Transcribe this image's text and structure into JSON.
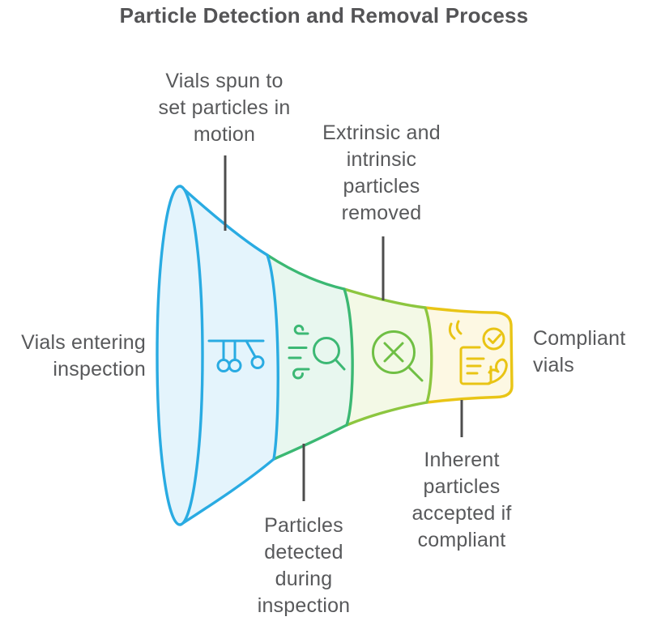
{
  "title": "Particle Detection and Removal Process",
  "labels": {
    "entering": "Vials entering\ninspection",
    "spun": "Vials spun to\nset particles in\nmotion",
    "extrinsic": "Extrinsic and\nintrinsic\nparticles\nremoved",
    "detected": "Particles\ndetected\nduring\ninspection",
    "inherent": "Inherent\nparticles\naccepted if\ncompliant",
    "compliant": "Compliant\nvials"
  },
  "stages": [
    {
      "name": "vials-spun",
      "icon": "newtons-cradle-icon",
      "color": "#29abe2",
      "icon_color": "#29abe2",
      "fill": "#e4f4fc"
    },
    {
      "name": "particles-detected",
      "icon": "wind-magnifier-icon",
      "color": "#3bb873",
      "icon_color": "#3cb874",
      "fill": "#e8f7ef"
    },
    {
      "name": "particles-removed",
      "icon": "reject-magnifier-icon",
      "color": "#8cc63f",
      "icon_color": "#6fbf44",
      "fill": "#f3f9e6"
    },
    {
      "name": "compliant-accepted",
      "icon": "document-check-icon",
      "color": "#e9c516",
      "icon_color": "#e9c414",
      "fill": "#fdf8e3"
    }
  ],
  "connector_color": "#4d4d4d",
  "text_color": "#58595b"
}
